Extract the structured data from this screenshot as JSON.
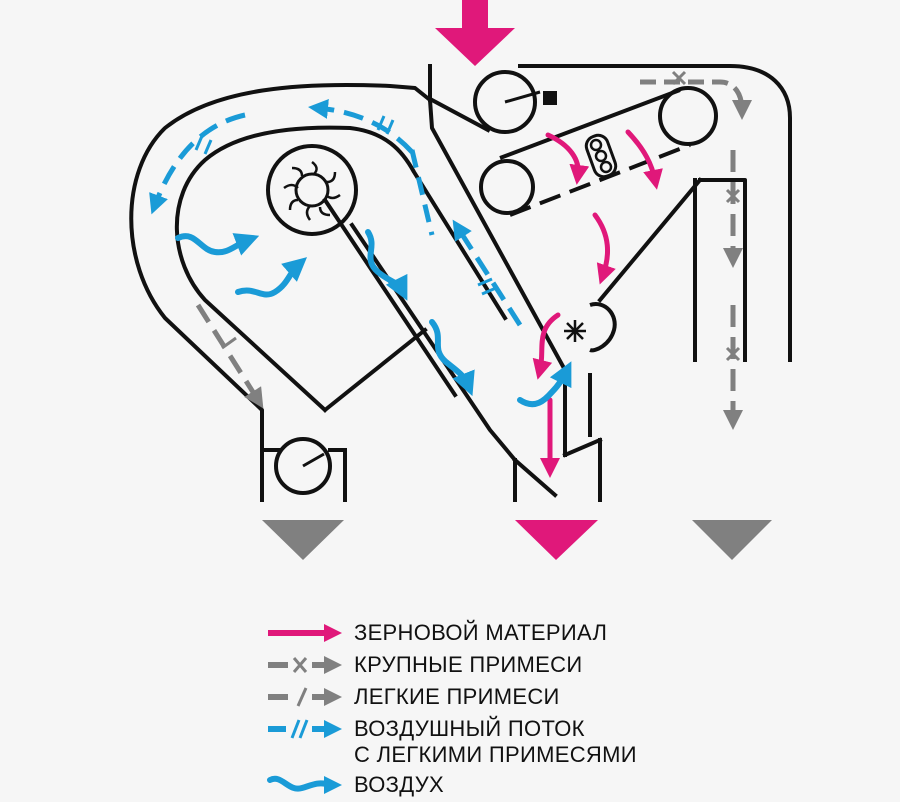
{
  "colors": {
    "grain": "#e0187a",
    "coarse": "#808080",
    "light": "#808080",
    "airflow": "#1a9bd7",
    "air": "#1a9bd7",
    "structure": "#111111",
    "background": "#f6f6f6"
  },
  "legend": [
    {
      "key": "grain",
      "icon": "solid-arrow-icon",
      "label": "ЗЕРНОВОЙ МАТЕРИАЛ"
    },
    {
      "key": "coarse",
      "icon": "dashed-x-arrow-icon",
      "label": "КРУПНЫЕ ПРИМЕСИ"
    },
    {
      "key": "light",
      "icon": "dashed-slash-arrow-icon",
      "label": "ЛЕГКИЕ ПРИМЕСИ"
    },
    {
      "key": "airflow",
      "icon": "dashed-double-slash-arrow-icon",
      "label": "ВОЗДУШНЫЙ ПОТОК",
      "label_line2": "С ЛЕГКИМИ ПРИМЕСЯМИ"
    },
    {
      "key": "air",
      "icon": "wavy-arrow-icon",
      "label": "ВОЗДУХ"
    }
  ]
}
